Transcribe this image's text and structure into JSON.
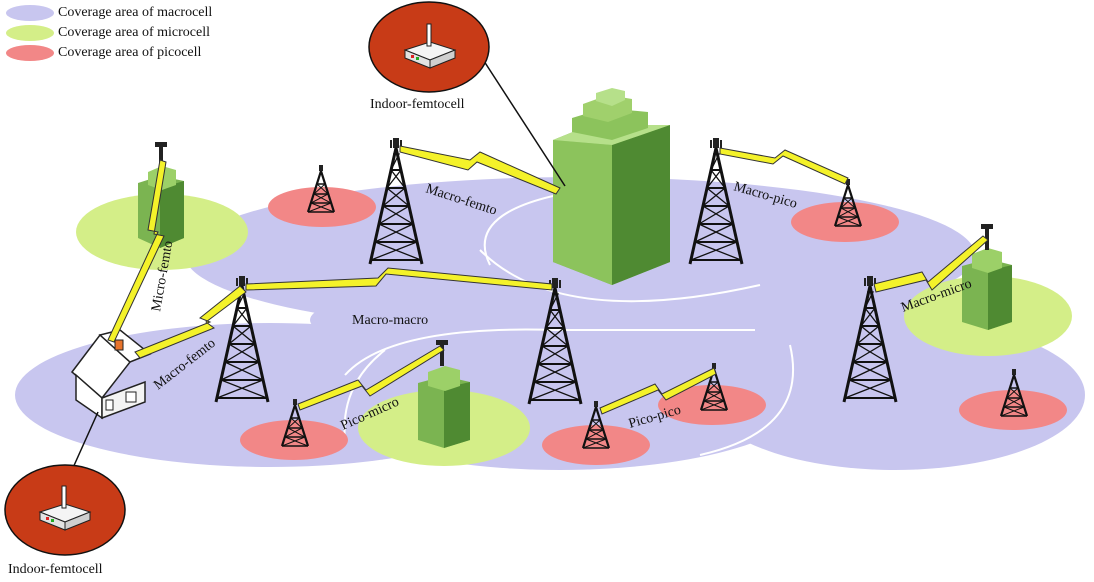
{
  "colors": {
    "macro": "#c8c6ef",
    "micro": "#d4ee88",
    "pico": "#f28787",
    "building": "#7bb451",
    "building_light": "#9cd068",
    "building_dark": "#4f8a32",
    "lightning": "#f4f22a",
    "femto_circle": "#c83b17"
  },
  "legend": [
    {
      "label": "Coverage area of macrocell",
      "color": "#c8c6ef"
    },
    {
      "label": "Coverage area of microcell",
      "color": "#d4ee88"
    },
    {
      "label": "Coverage area of picocell",
      "color": "#f28787"
    }
  ],
  "labels": {
    "indoor_top": "Indoor-femtocell",
    "indoor_bottom": "Indoor-femtocell",
    "macro_femto_top": "Macro-femto",
    "macro_pico": "Macro-pico",
    "micro_femto": "Micro-femto",
    "macro_macro": "Macro-macro",
    "macro_femto_left": "Macro-femto",
    "macro_micro": "Macro-micro",
    "pico_micro": "Pico-micro",
    "pico_pico": "Pico-pico"
  },
  "icons": [
    "macro-tower-icon",
    "pico-tower-icon",
    "building-icon",
    "house-icon",
    "femtocell-router-icon",
    "wireless-link-icon"
  ]
}
